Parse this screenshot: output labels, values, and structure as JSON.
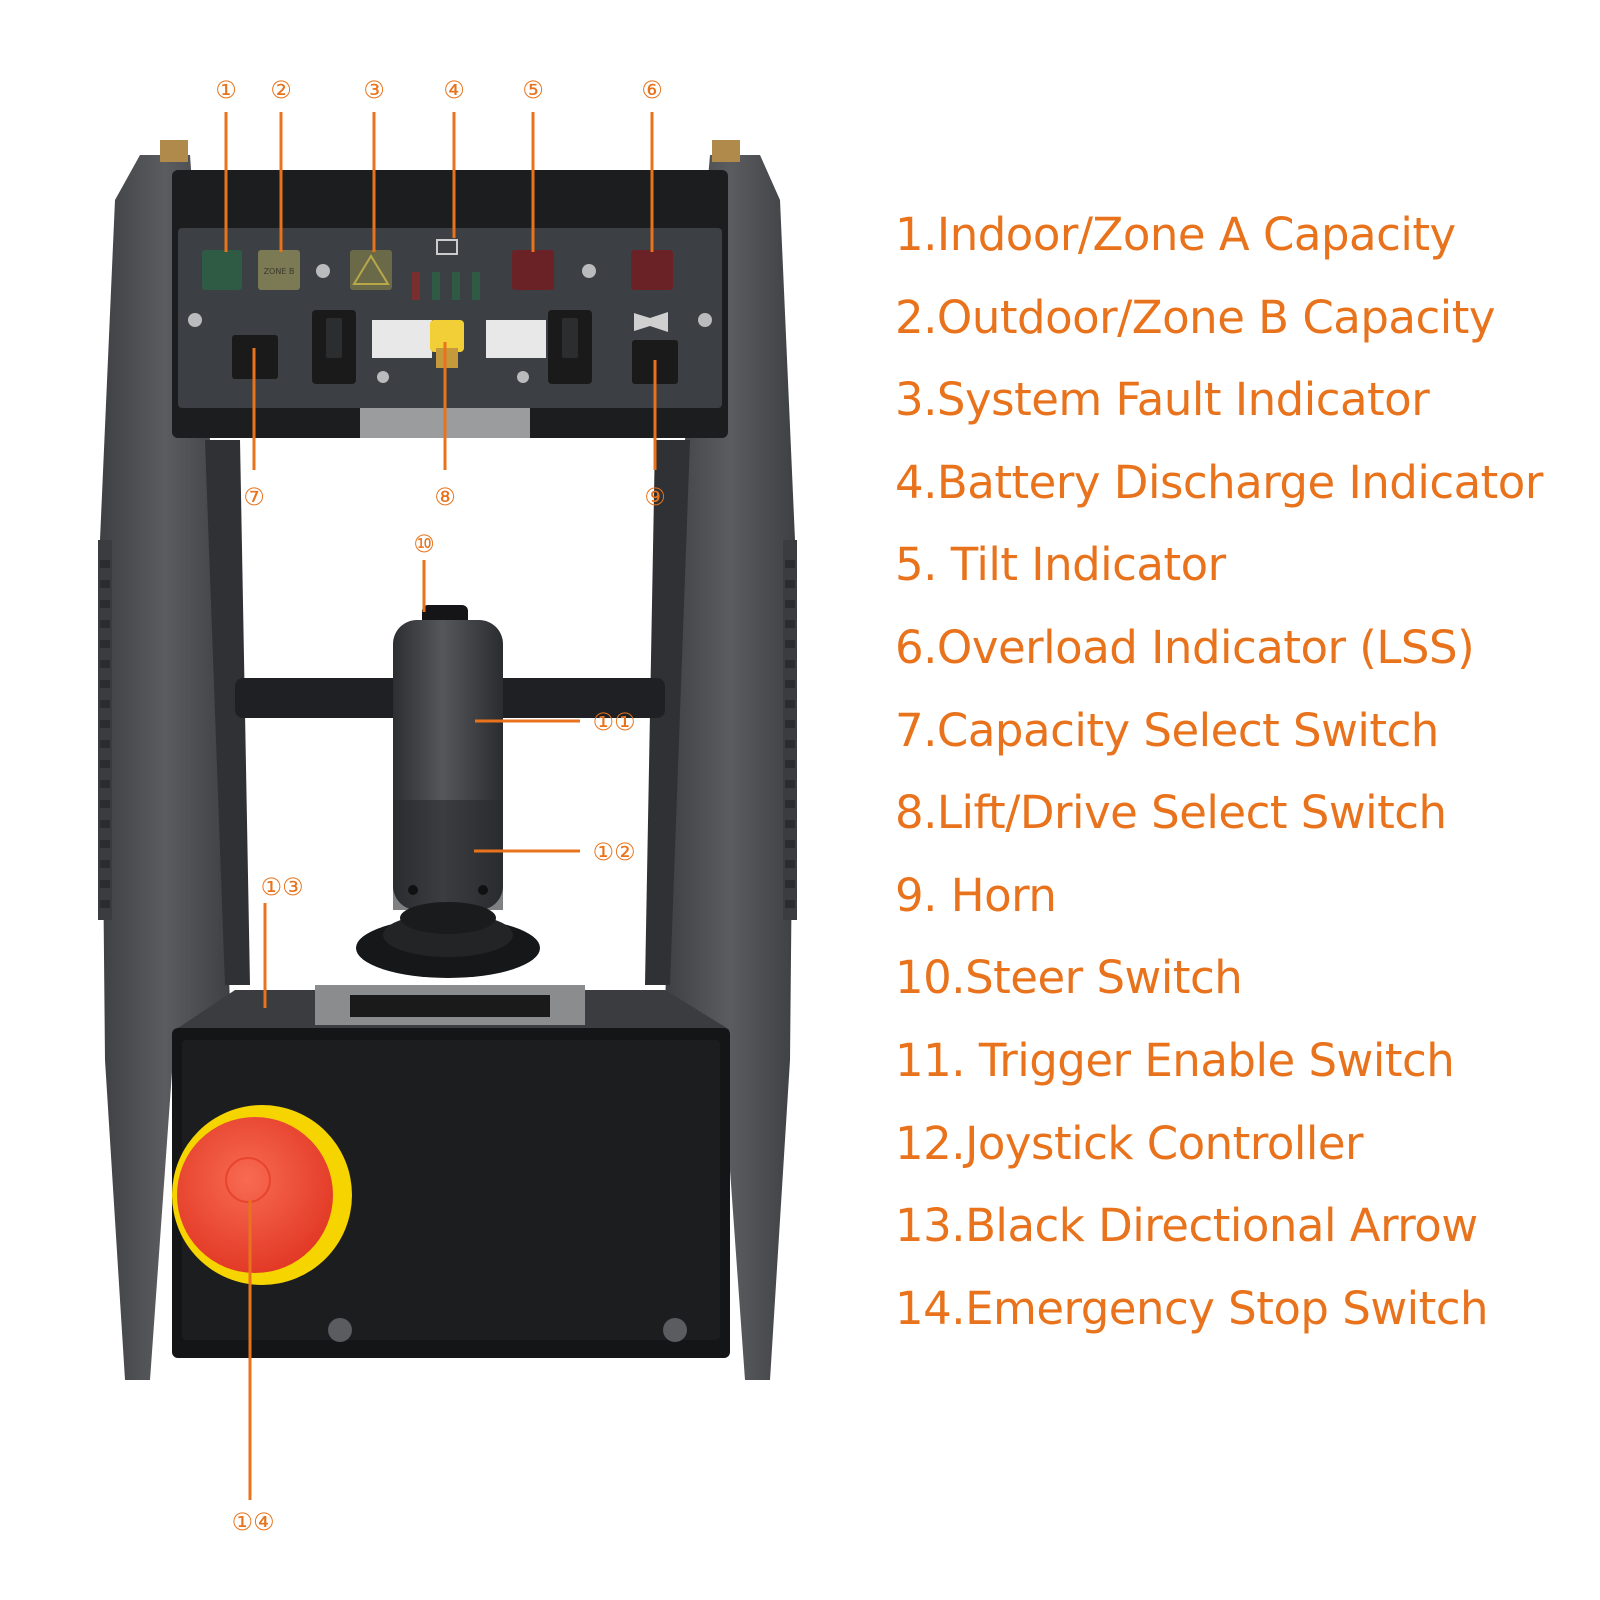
{
  "callouts": [
    "①",
    "②",
    "③",
    "④",
    "⑤",
    "⑥",
    "⑦",
    "⑧",
    "⑨",
    "⑩",
    "①①",
    "①②",
    "①③",
    "①④"
  ],
  "legend": [
    "1.Indoor/Zone A Capacity",
    "2.Outdoor/Zone B Capacity",
    "3.System Fault Indicator",
    "4.Battery Discharge Indicator",
    "5. Tilt Indicator",
    "6.Overload Indicator (LSS)",
    "7.Capacity Select Switch",
    "8.Lift/Drive Select Switch",
    "9. Horn",
    "10.Steer Switch",
    "11. Trigger Enable Switch",
    "12.Joystick Controller",
    "13.Black Directional Arrow",
    "14.Emergency Stop Switch"
  ],
  "panel_labels": {
    "zone_b": "ZONE B"
  },
  "colors": {
    "accent": "#e8731c",
    "frame": "#4a4c50",
    "panel": "#3c3f44",
    "estop_red": "#ef4a36",
    "estop_yellow": "#f6d400"
  }
}
